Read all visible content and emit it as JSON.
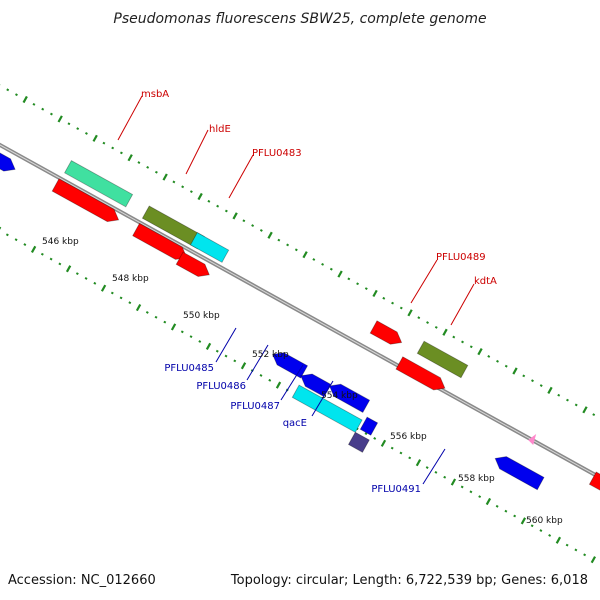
{
  "title": "Pseudomonas fluorescens SBW25, complete genome",
  "footer": {
    "accession": "Accession: NC_012660",
    "topology": "Topology: circular; Length: 6,722,539 bp; Genes: 6,018"
  },
  "colors": {
    "backbone": "#8a8a8a",
    "tick": "#228b22",
    "label_forward": "#cc0000",
    "label_reverse": "#0000aa",
    "red_cds": "#ff0000",
    "blue_cds": "#0000ee",
    "olive_cds": "#6b8e23",
    "aqua_cds": "#40e0a0",
    "cyan_cds": "#00e5ee",
    "indigo_cds": "#483d8b",
    "pink_marker": "#ff88cc"
  },
  "scale_labels": [
    "546 kbp",
    "548 kbp",
    "550 kbp",
    "552 kbp",
    "554 kbp",
    "556 kbp",
    "558 kbp",
    "560 kbp"
  ],
  "gene_labels": {
    "forward": [
      "msbA",
      "hldE",
      "PFLU0483",
      "PFLU0489",
      "kdtA"
    ],
    "reverse": [
      "PFLU0485",
      "PFLU0486",
      "PFLU0487",
      "qacE",
      "PFLU0491"
    ]
  }
}
